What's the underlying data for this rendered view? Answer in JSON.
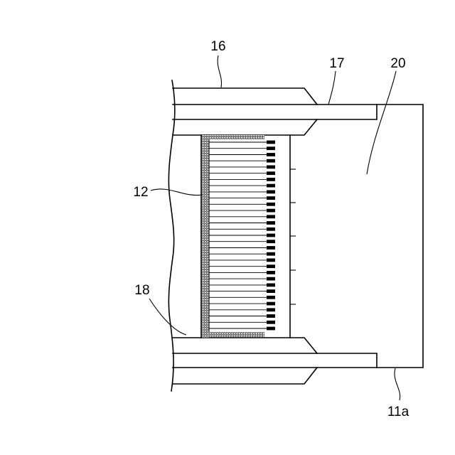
{
  "labels": {
    "part_16": "16",
    "part_17": "17",
    "part_20": "20",
    "part_12": "12",
    "part_18": "18",
    "part_11a": "11a"
  },
  "colors": {
    "ink": "#000000",
    "background": "#ffffff"
  }
}
